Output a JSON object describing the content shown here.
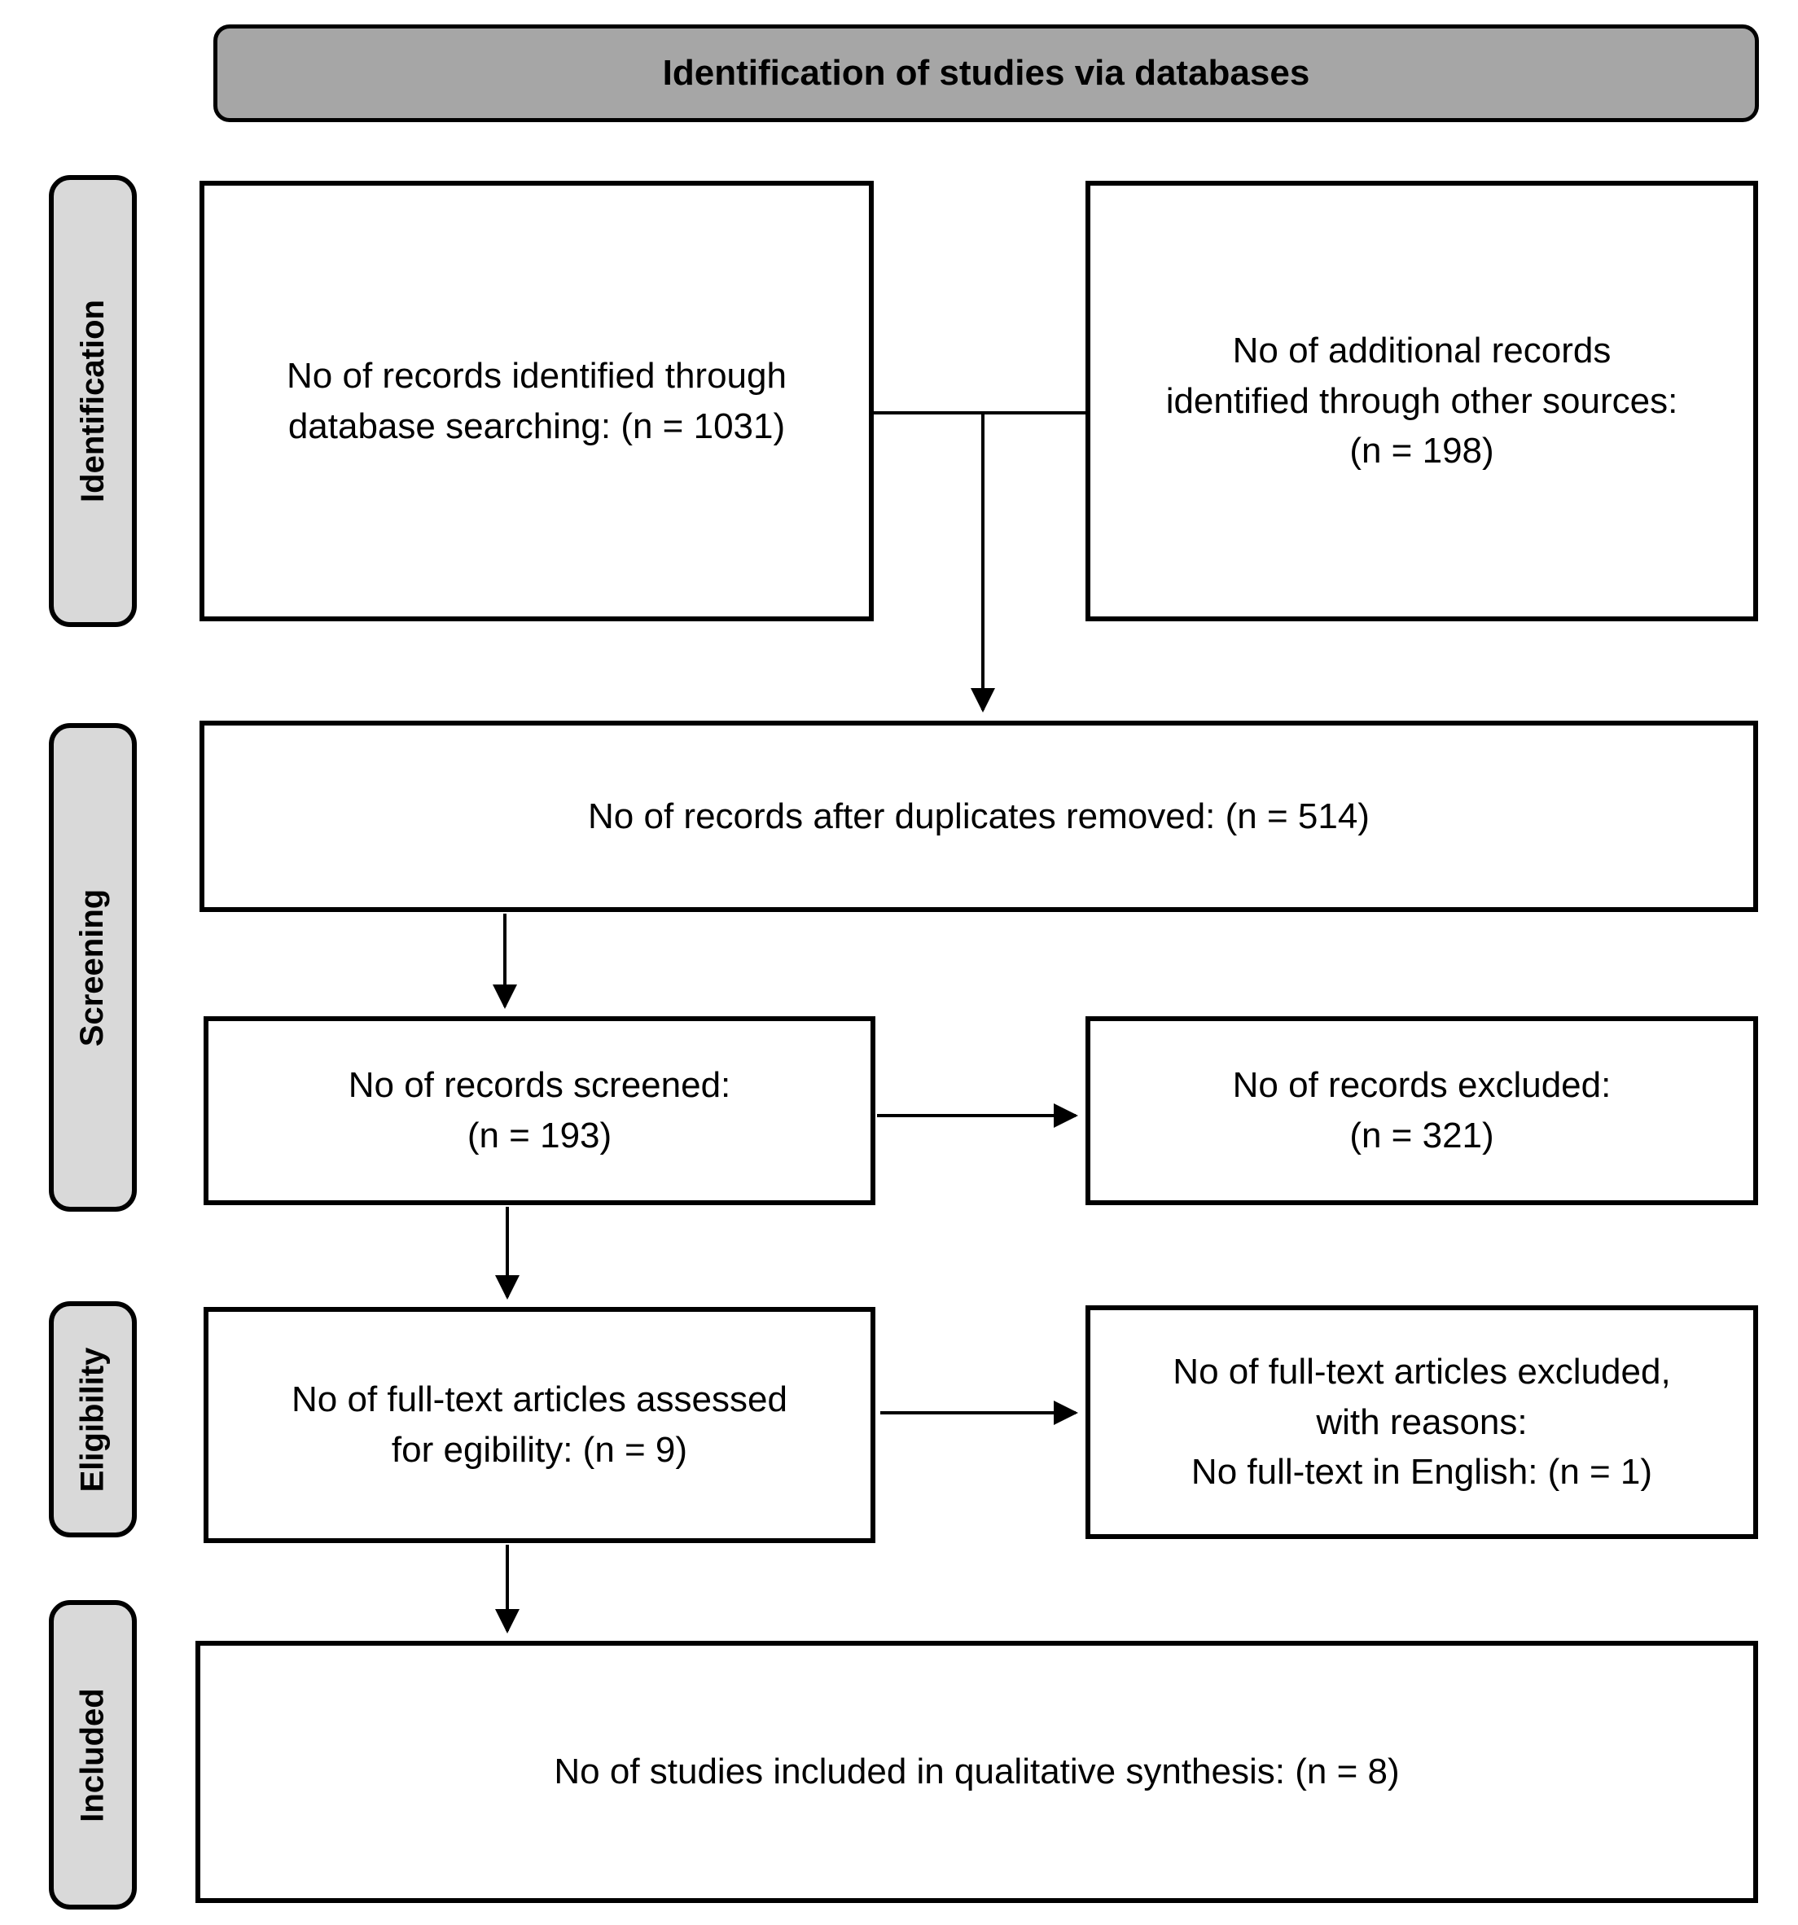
{
  "header": {
    "title": "Identification of studies via databases"
  },
  "stages": {
    "identification": {
      "label": "Identification"
    },
    "screening": {
      "label": "Screening"
    },
    "eligibility": {
      "label": "Eligibility"
    },
    "included": {
      "label": "Included"
    }
  },
  "boxes": {
    "records_identified": {
      "text": "No of records identified through\ndatabase searching: (n = 1031)"
    },
    "additional_records": {
      "text": "No of additional records\nidentified through other sources:\n(n = 198)"
    },
    "duplicates_removed": {
      "text": "No of records after duplicates removed: (n = 514)"
    },
    "records_screened": {
      "text": "No of records screened:\n(n = 193)"
    },
    "records_excluded": {
      "text": "No of records excluded:\n(n = 321)"
    },
    "fulltext_assessed": {
      "text": "No of full-text articles assessed\nfor egibility: (n = 9)"
    },
    "fulltext_excluded": {
      "text": "No of full-text articles excluded,\nwith reasons:\nNo full-text in English: (n = 1)"
    },
    "studies_included": {
      "text": "No of studies included in qualitative synthesis: (n = 8)"
    }
  },
  "colors": {
    "header_bg": "#a6a6a6",
    "stage_bg": "#d9d9d9",
    "line_color": "#000000",
    "box_bg": "#ffffff",
    "page_bg": "#ffffff",
    "text_color": "#000000"
  }
}
